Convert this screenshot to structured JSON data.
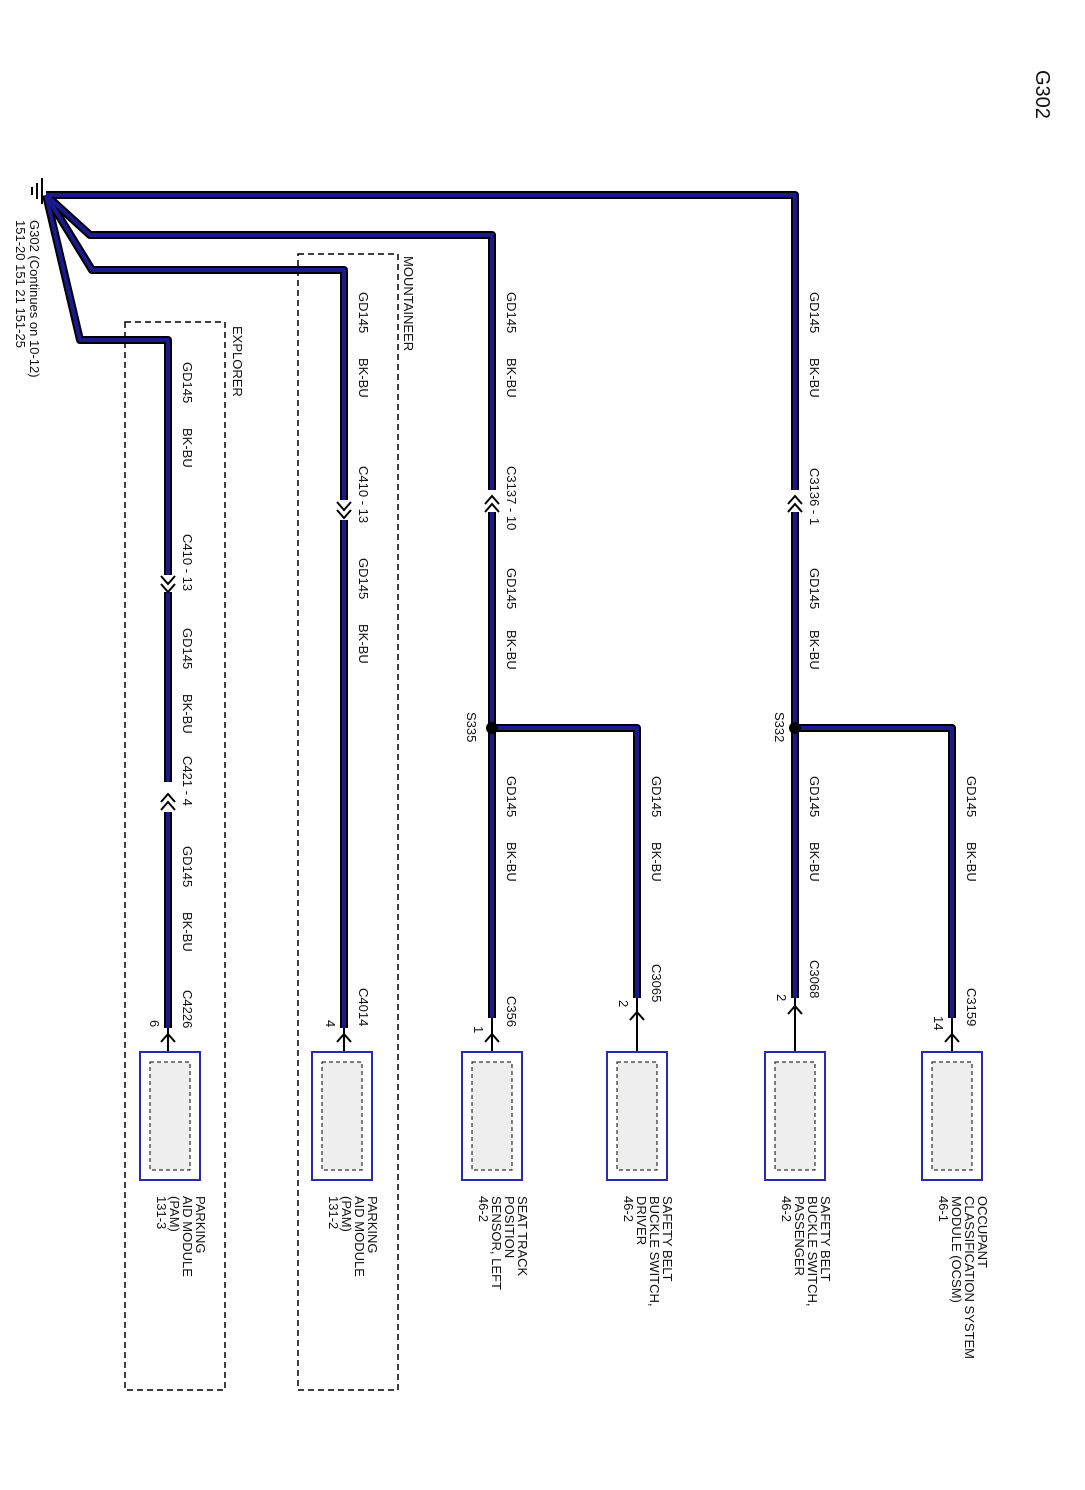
{
  "title": "G302",
  "ground": {
    "name": "G302",
    "line1": "G302  (Continues on 10-12)",
    "line2": "151-20  151 21  151-25"
  },
  "wire": {
    "circuit": "GD145",
    "color": "BK-BU"
  },
  "colors": {
    "wire_fill": "#1a1a8c",
    "wire_outline": "#000000",
    "module_border": "#2a2ab0",
    "module_fill": "#eeeeee"
  },
  "groups": {
    "explorer": "EXPLORER",
    "mountaineer": "MOUNTAINEER"
  },
  "splices": {
    "s335": "S335",
    "s332": "S332"
  },
  "connectors": {
    "c410_explorer": "C410 - 13",
    "c421": "C421 - 4",
    "c410_mountaineer": "C410 - 13",
    "c3137": "C3137 - 10",
    "c3136": "C3136 - 1",
    "c4226": "C4226",
    "c4226_pin": "6",
    "c4014": "C4014",
    "c4014_pin": "4",
    "c356": "C356",
    "c356_pin": "1",
    "c3065": "C3065",
    "c3065_pin": "2",
    "c3068": "C3068",
    "c3068_pin": "2",
    "c3159": "C3159",
    "c3159_pin": "14"
  },
  "modules": {
    "pam_explorer": [
      "PARKING",
      "AID MODULE",
      "(PAM)",
      "131-3"
    ],
    "pam_mountaineer": [
      "PARKING",
      "AID MODULE",
      "(PAM)",
      "131-2"
    ],
    "seat_track": [
      "SEAT TRACK",
      "POSITION",
      "SENSOR, LEFT",
      "46-2"
    ],
    "belt_driver": [
      "SAFETY BELT",
      "BUCKLE SWITCH,",
      "DRIVER",
      "46-2"
    ],
    "belt_passenger": [
      "SAFETY BELT",
      "BUCKLE SWITCH,",
      "PASSENGER",
      "46-2"
    ],
    "ocsm": [
      "OCCUPANT",
      "CLASSIFICATION SYSTEM",
      "MODULE (OCSM)",
      "46-1"
    ]
  }
}
